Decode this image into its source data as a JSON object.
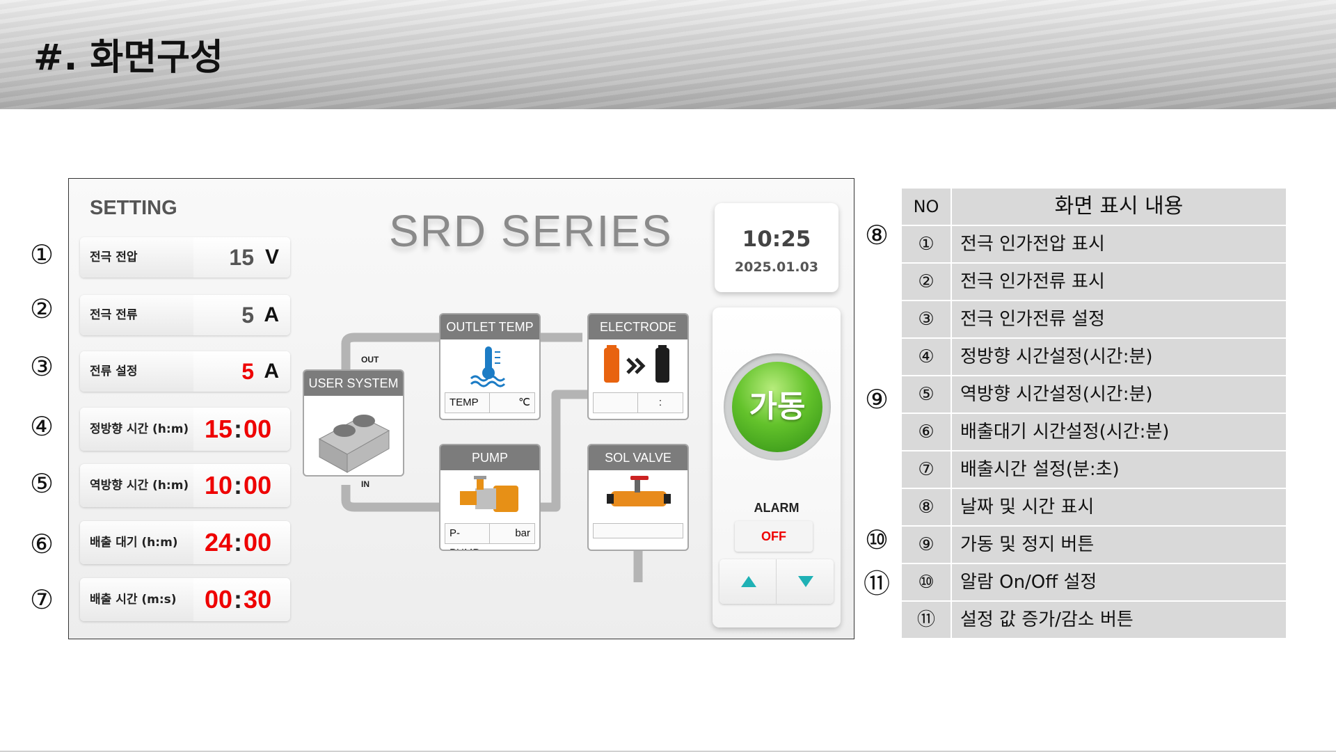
{
  "header": {
    "title": "#. 화면구성"
  },
  "left_markers": [
    "①",
    "②",
    "③",
    "④",
    "⑤",
    "⑥",
    "⑦"
  ],
  "right_markers": {
    "m8": "⑧",
    "m9": "⑨",
    "m10": "⑩",
    "m11": "⑪"
  },
  "screen": {
    "setting_title": "SETTING",
    "series_title": "SRD SERIES",
    "rows": [
      {
        "label": "전극 전압",
        "value": "15",
        "unit": "V"
      },
      {
        "label": "전극 전류",
        "value": "5",
        "unit": "A"
      },
      {
        "label": "전류 설정",
        "value": "5",
        "unit": "A"
      },
      {
        "label": "정방향 시간 (h:m)",
        "hh": "15",
        "mm": "00"
      },
      {
        "label": "역방향 시간 (h:m)",
        "hh": "10",
        "mm": "00"
      },
      {
        "label": "배출 대기 (h:m)",
        "hh": "24",
        "mm": "00"
      },
      {
        "label": "배출 시간 (m:s)",
        "hh": "00",
        "mm": "30"
      }
    ],
    "clock": {
      "time": "10:25",
      "date": "2025.01.03"
    },
    "run_button": "가동",
    "alarm": {
      "label": "ALARM",
      "state": "OFF"
    },
    "diagram": {
      "user_system": "USER SYSTEM",
      "out_label": "OUT",
      "in_label": "IN",
      "outlet_temp": {
        "title": "OUTLET TEMP",
        "field": "TEMP",
        "unit": "℃"
      },
      "electrode": {
        "title": "ELECTRODE",
        "colon": ":"
      },
      "pump": {
        "title": "PUMP",
        "field": "P-PUMP",
        "unit": "bar"
      },
      "sol_valve": {
        "title": "SOL VALVE"
      }
    },
    "colors": {
      "run_green": "#63c22b",
      "arrow_teal": "#1fb1b5",
      "alarm_red": "#e00000"
    }
  },
  "table": {
    "header": {
      "no": "NO",
      "desc": "화면 표시 내용"
    },
    "rows": [
      {
        "no": "①",
        "desc": "전극 인가전압 표시"
      },
      {
        "no": "②",
        "desc": "전극 인가전류 표시"
      },
      {
        "no": "③",
        "desc": "전극 인가전류 설정"
      },
      {
        "no": "④",
        "desc": "정방향 시간설정(시간:분)"
      },
      {
        "no": "⑤",
        "desc": "역방향 시간설정(시간:분)"
      },
      {
        "no": "⑥",
        "desc": "배출대기 시간설정(시간:분)"
      },
      {
        "no": "⑦",
        "desc": "배출시간 설정(분:초)"
      },
      {
        "no": "⑧",
        "desc": "날짜 및 시간 표시"
      },
      {
        "no": "⑨",
        "desc": "가동 및 정지 버튼"
      },
      {
        "no": "⑩",
        "desc": "알람 On/Off 설정"
      },
      {
        "no": "⑪",
        "desc": "설정 값 증가/감소 버튼"
      }
    ]
  }
}
